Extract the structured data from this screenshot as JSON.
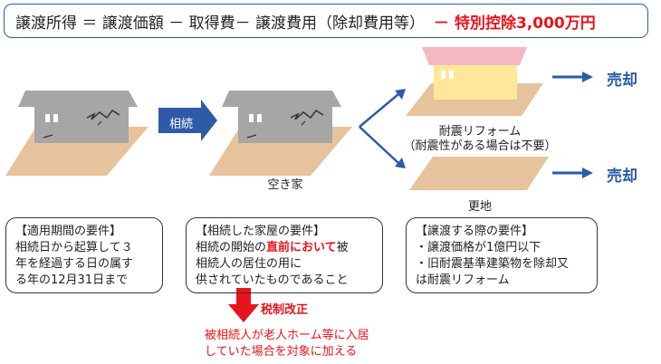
{
  "formula": {
    "main": "譲渡所得 ＝ 譲渡価額 － 取得費－ 譲渡費用（除却費用等）",
    "deduction": "－ 特別控除3,000万円"
  },
  "flow": {
    "inherit_label": "相続",
    "vacant_house_label": "空き家",
    "renovation_label": "耐震リフォーム",
    "renovation_note": "（耐震性がある場合は不要）",
    "vacant_lot_label": "更地",
    "sale_label_top": "売却",
    "sale_label_bottom": "売却"
  },
  "requirements": {
    "period": {
      "title": "【適用期間の要件】",
      "lines": [
        "相続日から起算して３",
        "年を経過する日の属す",
        "る年の12月31日まで"
      ]
    },
    "house": {
      "title": "【相続した家屋の要件】",
      "line1_before": "相続の開始の",
      "line1_highlight": "直前において",
      "line1_after": "被",
      "line2": "相続人の居住の用に",
      "line3": "供されていたものであること"
    },
    "transfer": {
      "title": "【譲渡する際の要件】",
      "lines": [
        "・譲渡価格が1億円以下",
        "・旧耐震基準建築物を除却又",
        "は耐震リフォーム"
      ]
    }
  },
  "reform": {
    "tag": "税制改正",
    "lines": [
      "被相続人が老人ホーム等に入居",
      "していた場合を対象に加える"
    ]
  },
  "colors": {
    "frame_blue": "#2e5aa7",
    "deduction_red": "#e8141c",
    "ground": "#e6c39c",
    "house_gray": "#a6a6a6",
    "roof_pink": "#f4b8c2",
    "wall_yellow": "#ffe699"
  }
}
